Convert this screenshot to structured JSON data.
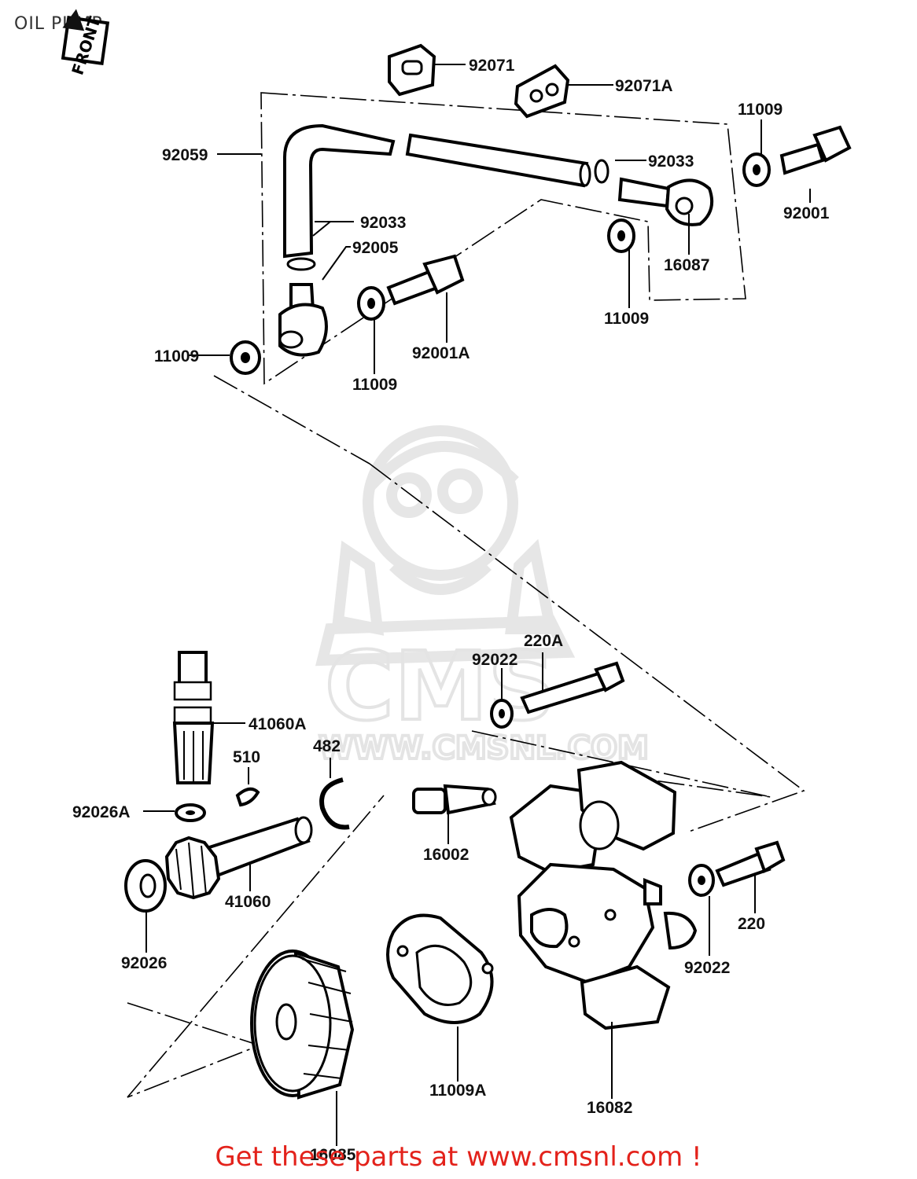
{
  "header": {
    "title": "OIL PUMP",
    "corner_code": "",
    "front_label": "FRONT"
  },
  "watermark": {
    "logo_text": "CMS",
    "url_text": "WWW.CMSNL.COM"
  },
  "callouts": [
    {
      "id": "92071",
      "text": "92071"
    },
    {
      "id": "92071A",
      "text": "92071A"
    },
    {
      "id": "11009_tr",
      "text": "11009"
    },
    {
      "id": "92059",
      "text": "92059"
    },
    {
      "id": "92033_r",
      "text": "92033"
    },
    {
      "id": "92001",
      "text": "92001"
    },
    {
      "id": "92033_l",
      "text": "92033"
    },
    {
      "id": "92005",
      "text": "92005"
    },
    {
      "id": "16087",
      "text": "16087"
    },
    {
      "id": "11009_r",
      "text": "11009"
    },
    {
      "id": "92001A",
      "text": "92001A"
    },
    {
      "id": "11009_l",
      "text": "11009"
    },
    {
      "id": "11009_m",
      "text": "11009"
    },
    {
      "id": "220A",
      "text": "220A"
    },
    {
      "id": "92022_t",
      "text": "92022"
    },
    {
      "id": "41060A",
      "text": "41060A"
    },
    {
      "id": "482",
      "text": "482"
    },
    {
      "id": "510",
      "text": "510"
    },
    {
      "id": "92026A",
      "text": "92026A"
    },
    {
      "id": "16002",
      "text": "16002"
    },
    {
      "id": "41060",
      "text": "41060"
    },
    {
      "id": "220",
      "text": "220"
    },
    {
      "id": "92026",
      "text": "92026"
    },
    {
      "id": "92022_b",
      "text": "92022"
    },
    {
      "id": "11009A",
      "text": "11009A"
    },
    {
      "id": "16082",
      "text": "16082"
    },
    {
      "id": "16085",
      "text": "16085"
    }
  ],
  "footer": {
    "text": "Get these parts at www.cmsnl.com !",
    "color": "#e3221b"
  }
}
